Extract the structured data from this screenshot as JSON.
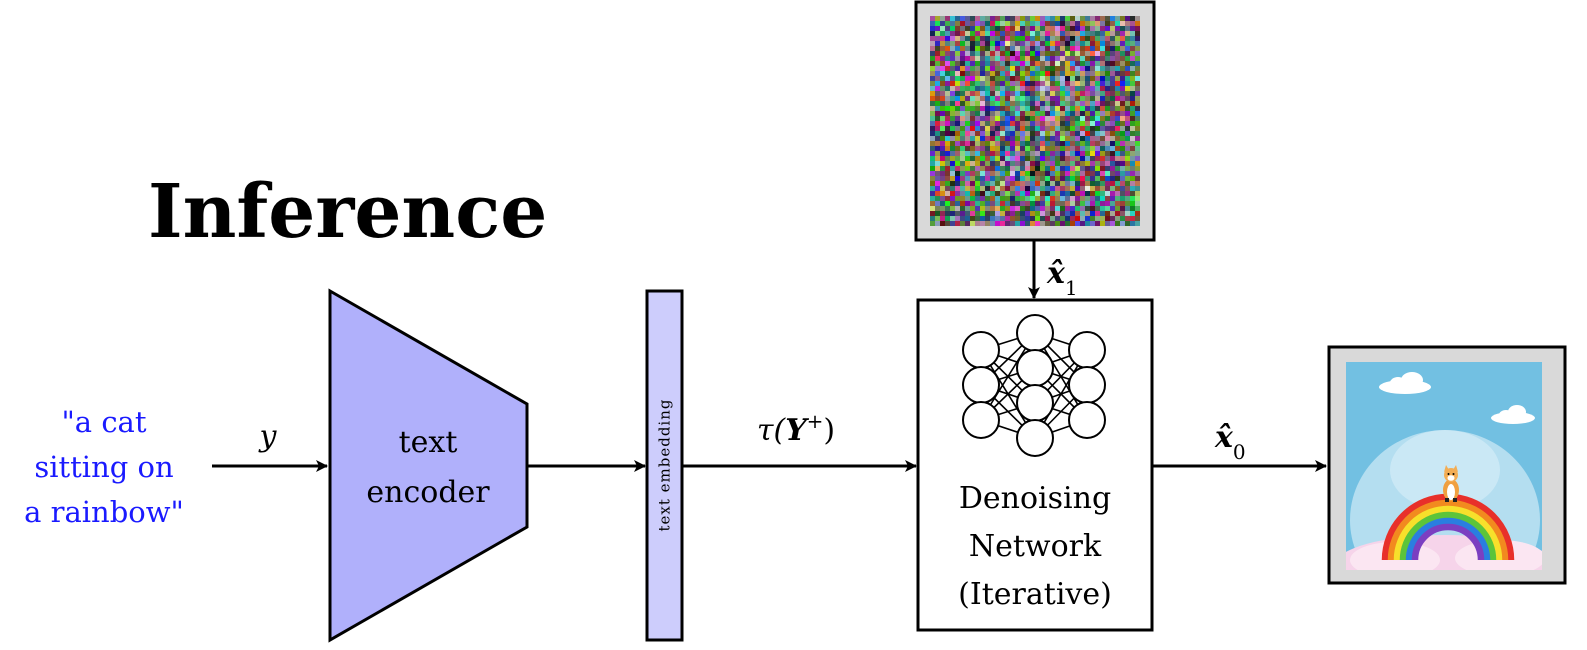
{
  "title": "Inference",
  "prompt": {
    "lines": [
      "\"a cat",
      "sitting on",
      "a rainbow\""
    ],
    "color": "#1a1aff"
  },
  "edge_labels": {
    "y": "y",
    "tau_prefix": "τ(",
    "tau_Y": "Y",
    "tau_sup": "+",
    "tau_suffix": ")",
    "x1_base": "x̂",
    "x1_sub": "1",
    "x0_base": "x̂",
    "x0_sub": "0"
  },
  "encoder": {
    "lines": [
      "text",
      "encoder"
    ],
    "fill": "#b0b0fb"
  },
  "embedding": {
    "label": "text embedding",
    "fill": "#cdcdfc"
  },
  "denoiser": {
    "lines": [
      "Denoising",
      "Network",
      "(Iterative)"
    ],
    "icon": "neural-network-icon"
  },
  "noise_image": {
    "frame": "#d9d9d9"
  },
  "output_image": {
    "frame": "#d9d9d9",
    "sky": "#72c0e2",
    "rainbow_colors": [
      "#e8302a",
      "#f28a1f",
      "#f7e02b",
      "#5cc43a",
      "#2a7ee0",
      "#7b3fc1"
    ]
  }
}
